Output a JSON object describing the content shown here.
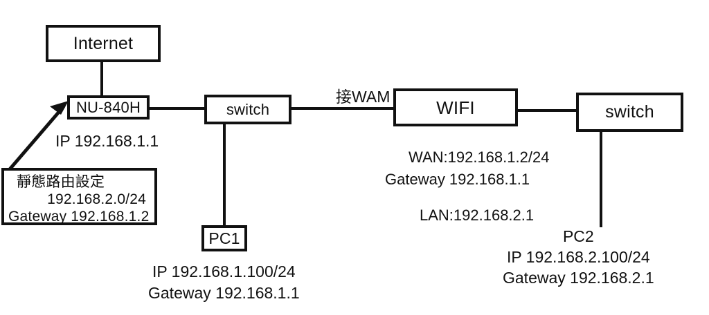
{
  "diagram": {
    "title": "Network topology with static routing",
    "nodes": {
      "internet": "Internet",
      "router": "NU-840H",
      "switch1": "switch",
      "wifi": "WIFI",
      "switch2": "switch",
      "pc1": "PC1"
    },
    "static_route_box": {
      "heading": "靜態路由設定",
      "network": "192.168.2.0/24",
      "gateway": "Gateway 192.168.1.2"
    },
    "labels": {
      "router_ip": "IP 192.168.1.1",
      "wan_link": "接WAM"
    },
    "wifi_info": {
      "wan": "WAN:192.168.1.2/24",
      "gateway": "Gateway  192.168.1.1",
      "lan": "LAN:192.168.2.1"
    },
    "pc1_info": {
      "ip": "IP 192.168.1.100/24",
      "gateway": "Gateway 192.168.1.1"
    },
    "pc2_info": {
      "name": "PC2",
      "ip": "IP 192.168.2.100/24",
      "gateway": "Gateway 192.168.2.1"
    },
    "colors": {
      "stroke": "#111111",
      "background": "#ffffff"
    }
  }
}
